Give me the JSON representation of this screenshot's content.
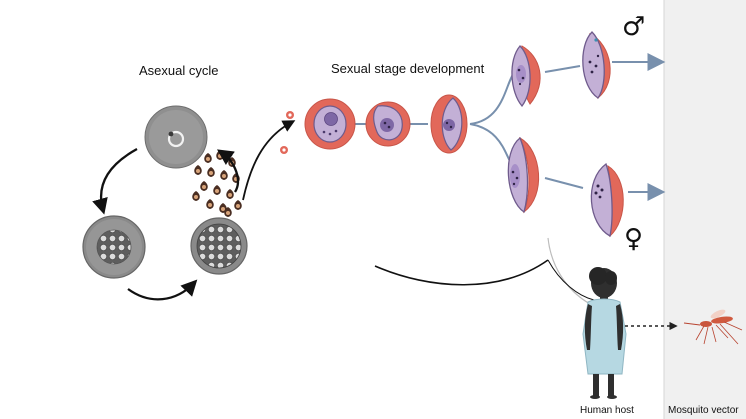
{
  "labels": {
    "asexual_cycle": "Asexual cycle",
    "sexual_stage": "Sexual stage development",
    "human_host": "Human host",
    "mosquito_vector": "Mosquito vector"
  },
  "symbols": {
    "male": "♂",
    "female": "♀"
  },
  "colors": {
    "rbc_red": "#e2685a",
    "parasite_purple": "#c3b0d6",
    "arrow_blue": "#7890ad",
    "vector_panel": "#f0f0f0",
    "cell_grey": "#8a8a8a",
    "gown_blue": "#b6d8e2"
  }
}
